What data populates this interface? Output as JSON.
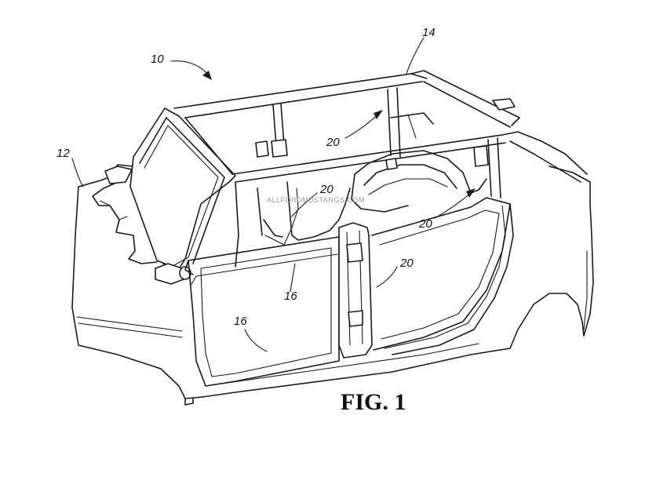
{
  "figure": {
    "caption": "FIG. 1",
    "watermark": "ALLFORDMUSTANGS.COM"
  },
  "reference_numerals": {
    "vehicle": "10",
    "body": "12",
    "roof_frame": "14",
    "door_opening_front": "16",
    "door_opening_lower": "16",
    "seal_upper": "20",
    "seal_middle": "20",
    "seal_rear": "20",
    "seal_lower": "20"
  }
}
